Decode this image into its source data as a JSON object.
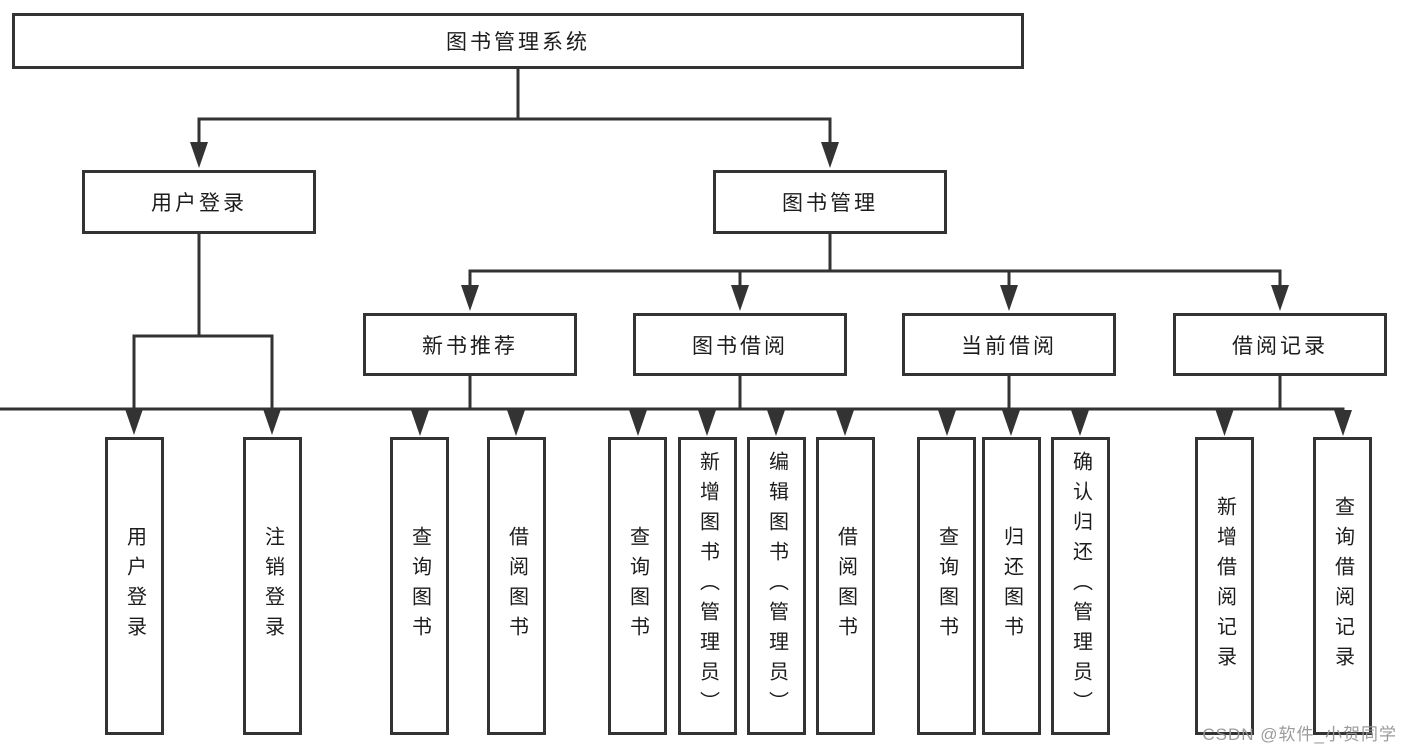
{
  "root": {
    "label": "图书管理系统"
  },
  "branches": [
    {
      "label": "用户登录"
    },
    {
      "label": "图书管理"
    }
  ],
  "groups": [
    {
      "label": "新书推荐"
    },
    {
      "label": "图书借阅"
    },
    {
      "label": "当前借阅"
    },
    {
      "label": "借阅记录"
    }
  ],
  "leaves": [
    {
      "label": "用户登录"
    },
    {
      "label": "注销登录"
    },
    {
      "label": "查询图书"
    },
    {
      "label": "借阅图书"
    },
    {
      "label": "查询图书"
    },
    {
      "label": "新增图书（管理员）"
    },
    {
      "label": "编辑图书（管理员）"
    },
    {
      "label": "借阅图书"
    },
    {
      "label": "查询图书"
    },
    {
      "label": "归还图书"
    },
    {
      "label": "确认归还（管理员）"
    },
    {
      "label": "新增借阅记录"
    },
    {
      "label": "查询借阅记录"
    }
  ],
  "watermark": {
    "text": "CSDN @软件_小贺同学"
  },
  "colors": {
    "line": "#333333",
    "text": "#1c1c1c",
    "background": "#ffffff",
    "watermark": "#969696"
  }
}
